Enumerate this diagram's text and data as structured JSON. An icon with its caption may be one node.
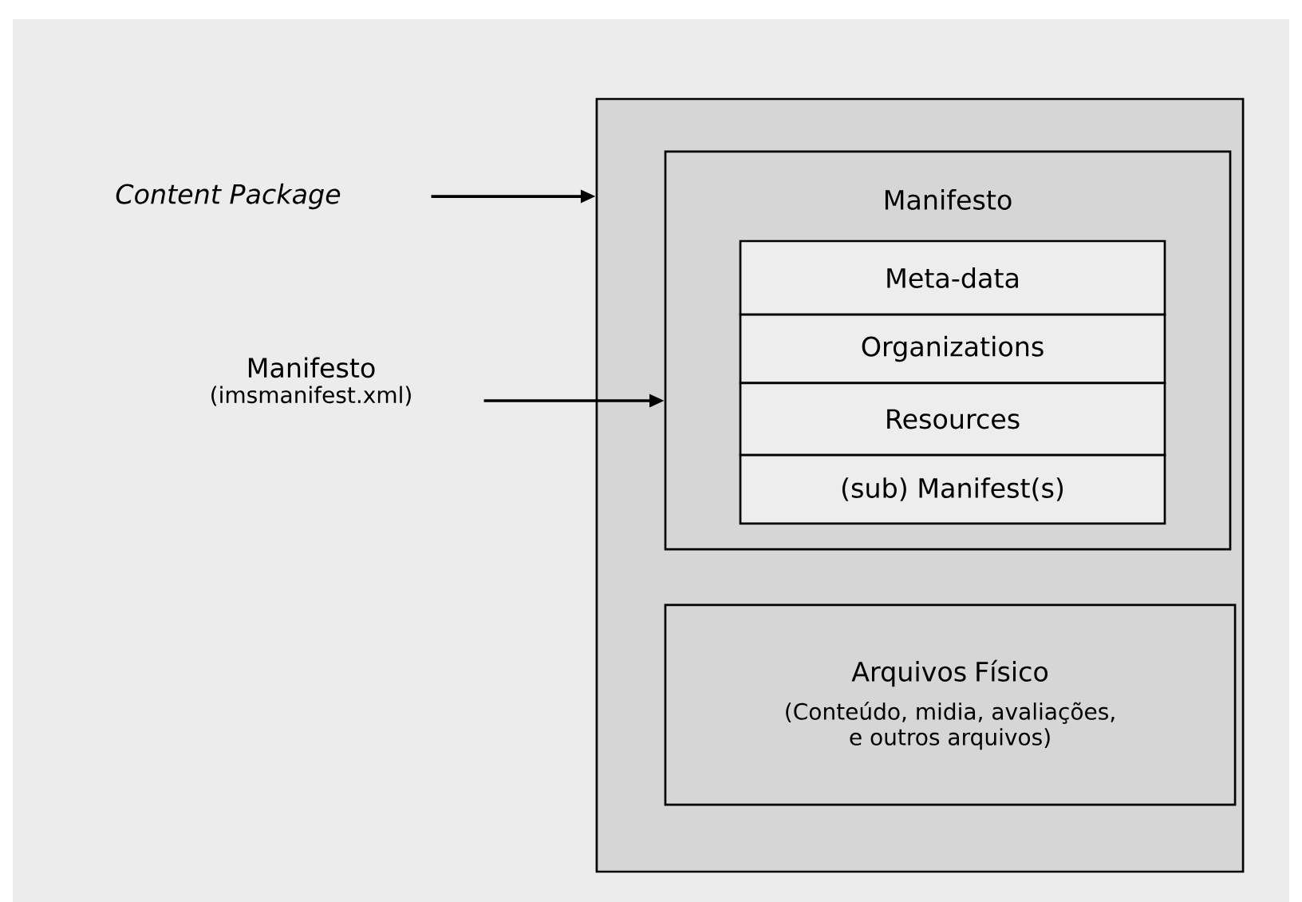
{
  "diagram": {
    "nodes": [
      {
        "text": [],
        "shape": "box"
      },
      {
        "text": [
          "Manifesto"
        ],
        "in": 0
      },
      {
        "text": [
          "Meta-data"
        ],
        "in": 1
      },
      {
        "text": [
          "Organizations"
        ],
        "in": 1
      },
      {
        "text": [
          "Resources"
        ],
        "in": 1
      },
      {
        "text": [
          "(sub) Manifest(s)"
        ],
        "in": 1
      },
      {
        "text": [
          "Arquivos Físico",
          "(Conteúdo, midia, avaliações, e outros arquivos)"
        ],
        "in": 0
      },
      {
        "text": [
          "Content Package"
        ]
      },
      {
        "text": [
          "Manifesto",
          "(imsmanifest.xml)"
        ]
      }
    ],
    "edges": [
      {
        "from": 7,
        "to": 0,
        "arrow": "to"
      },
      {
        "from": 8,
        "to": 1,
        "arrow": "to"
      }
    ]
  }
}
